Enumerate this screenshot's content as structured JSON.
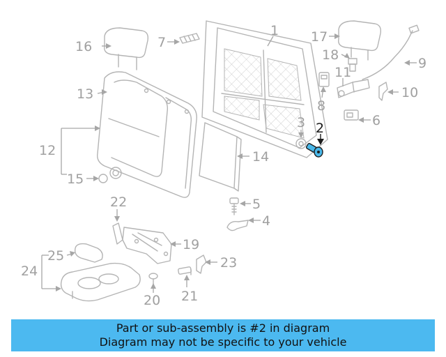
{
  "diagram": {
    "callouts": {
      "c1": "1",
      "c2": "2",
      "c3": "3",
      "c4": "4",
      "c5": "5",
      "c6": "6",
      "c7": "7",
      "c8": "8",
      "c9": "9",
      "c10": "10",
      "c11": "11",
      "c12": "12",
      "c13": "13",
      "c14": "14",
      "c15": "15",
      "c16": "16",
      "c17": "17",
      "c18": "18",
      "c19": "19",
      "c20": "20",
      "c21": "21",
      "c22": "22",
      "c23": "23",
      "c24": "24",
      "c25": "25"
    },
    "highlighted_part": "2",
    "colors": {
      "highlight": "#49b7e8",
      "banner": "#4cb9f0",
      "line_art": "#b4b4b4"
    }
  },
  "notice": {
    "line1": "Part or sub-assembly is #2 in diagram",
    "line2": "Diagram may not be specific to your vehicle"
  }
}
